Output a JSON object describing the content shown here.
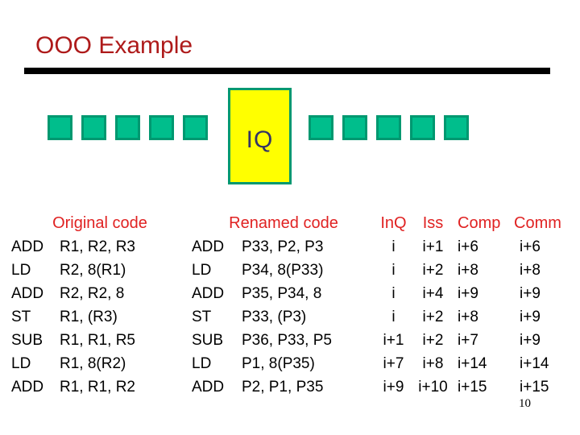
{
  "slide": {
    "title": "OOO Example",
    "page_number": "10"
  },
  "diagram": {
    "iq_label": "IQ",
    "left_queue_slots": 5,
    "right_queue_slots": 5
  },
  "colors": {
    "title_red": "#ae1a1a",
    "header_red": "#e02222",
    "rule_black": "#000000",
    "slot_fill": "#00be8c",
    "slot_border": "#009870",
    "iq_fill": "#ffff00",
    "iq_border": "#009870",
    "iq_text": "#333366"
  },
  "table": {
    "headers": {
      "original": "Original code",
      "renamed": "Renamed code",
      "inq": "InQ",
      "iss": "Iss",
      "comp": "Comp",
      "comm": "Comm"
    },
    "rows": [
      {
        "op1": "ADD",
        "args1": "R1, R2, R3",
        "op2": "ADD",
        "args2": "P33, P2, P3",
        "inq": "i",
        "iss": "i+1",
        "comp": "i+6",
        "comm": "i+6"
      },
      {
        "op1": "LD",
        "args1": "R2, 8(R1)",
        "op2": "LD",
        "args2": "P34, 8(P33)",
        "inq": "i",
        "iss": "i+2",
        "comp": "i+8",
        "comm": "i+8"
      },
      {
        "op1": "ADD",
        "args1": "R2, R2, 8",
        "op2": "ADD",
        "args2": "P35, P34, 8",
        "inq": "i",
        "iss": "i+4",
        "comp": "i+9",
        "comm": "i+9"
      },
      {
        "op1": "ST",
        "args1": "R1, (R3)",
        "op2": "ST",
        "args2": "P33, (P3)",
        "inq": "i",
        "iss": "i+2",
        "comp": "i+8",
        "comm": "i+9"
      },
      {
        "op1": "SUB",
        "args1": "R1, R1, R5",
        "op2": "SUB",
        "args2": "P36, P33, P5",
        "inq": "i+1",
        "iss": "i+2",
        "comp": "i+7",
        "comm": "i+9"
      },
      {
        "op1": "LD",
        "args1": "R1, 8(R2)",
        "op2": "LD",
        "args2": "P1, 8(P35)",
        "inq": "i+7",
        "iss": "i+8",
        "comp": "i+14",
        "comm": "i+14"
      },
      {
        "op1": "ADD",
        "args1": "R1, R1, R2",
        "op2": "ADD",
        "args2": "P2, P1, P35",
        "inq": "i+9",
        "iss": "i+10",
        "comp": "i+15",
        "comm": "i+15"
      }
    ]
  }
}
